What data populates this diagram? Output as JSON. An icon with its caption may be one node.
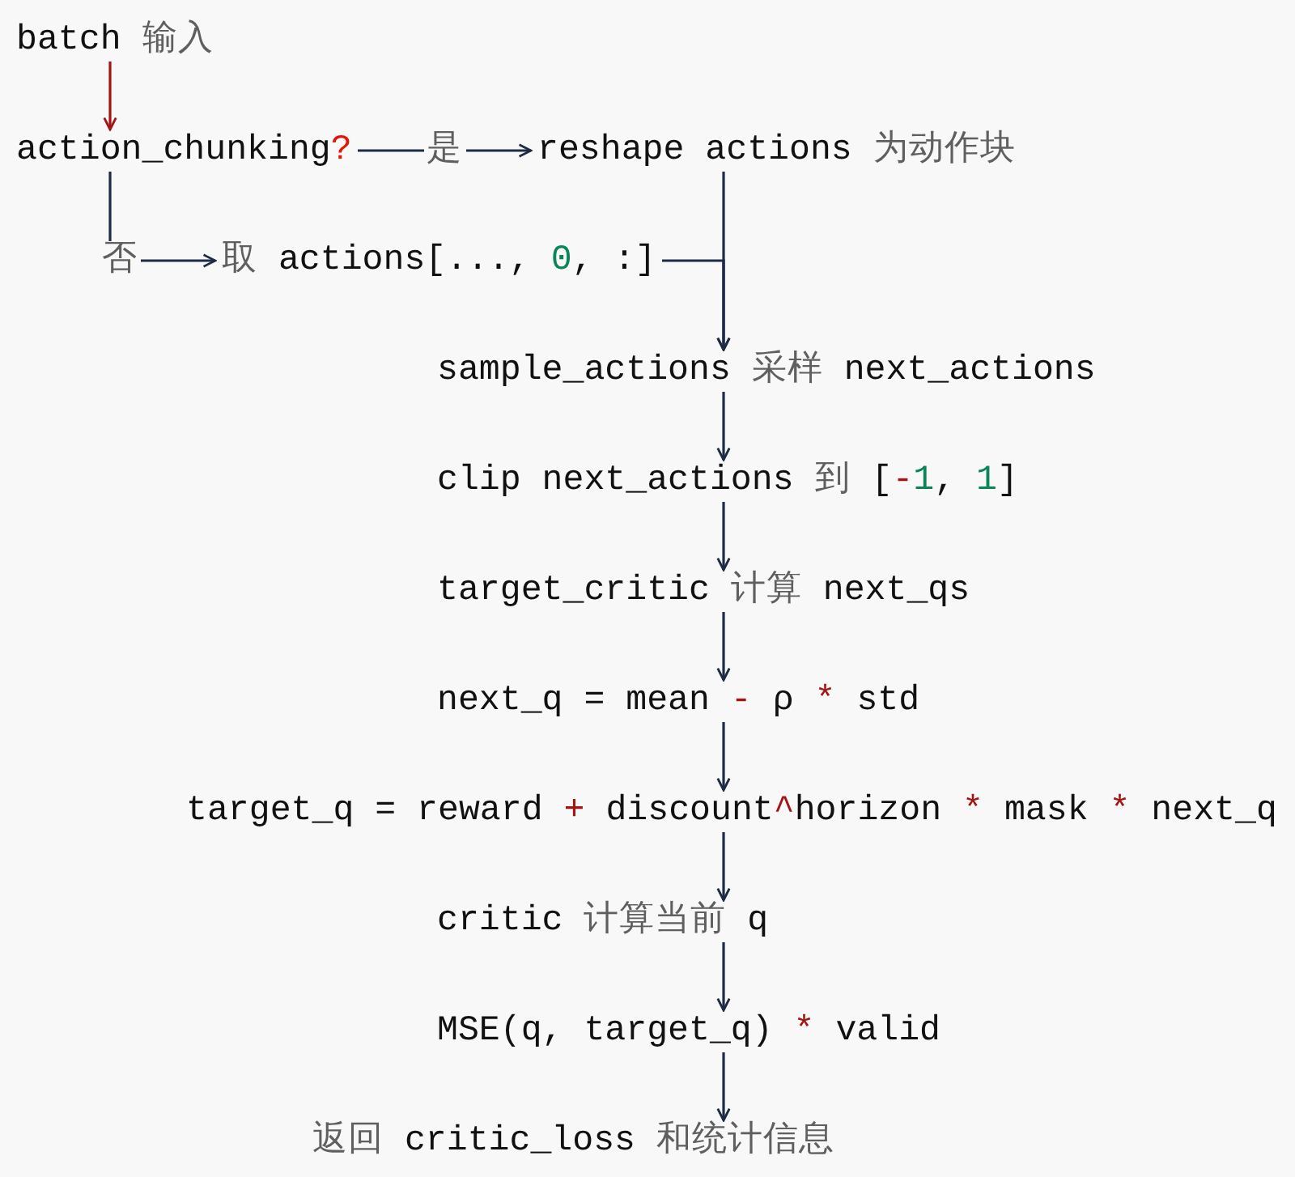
{
  "diagram": {
    "nodes": [
      {
        "text": [
          "batch 输入"
        ]
      },
      {
        "text": [
          "action_chunking?"
        ]
      },
      {
        "text": [
          "reshape actions 为动作块"
        ]
      },
      {
        "text": [
          "取 actions[..., 0, :]"
        ]
      },
      {
        "text": [
          "sample_actions 采样 next_actions"
        ]
      },
      {
        "text": [
          "clip next_actions 到 [-1, 1]"
        ]
      },
      {
        "text": [
          "target_critic 计算 next_qs"
        ]
      },
      {
        "text": [
          "next_q = mean - ρ * std"
        ]
      },
      {
        "text": [
          "target_q = reward + discount^horizon * mask * next_q"
        ]
      },
      {
        "text": [
          "critic 计算当前 q"
        ]
      },
      {
        "text": [
          "MSE(q, target_q) * valid"
        ]
      },
      {
        "text": [
          "返回 critic_loss 和统计信息"
        ]
      }
    ],
    "edges": [
      {
        "from": 0,
        "to": 1,
        "arrow": "to",
        "color": "#a31515"
      },
      {
        "from": 1,
        "to": 2,
        "arrow": "to",
        "label": "是"
      },
      {
        "from": 1,
        "to": 3,
        "arrow": "to",
        "label": "否"
      },
      {
        "from": 2,
        "to": 4,
        "arrow": "to"
      },
      {
        "from": 3,
        "to": 4,
        "arrow": "to"
      },
      {
        "from": 4,
        "to": 5,
        "arrow": "to"
      },
      {
        "from": 5,
        "to": 6,
        "arrow": "to"
      },
      {
        "from": 6,
        "to": 7,
        "arrow": "to"
      },
      {
        "from": 7,
        "to": 8,
        "arrow": "to"
      },
      {
        "from": 8,
        "to": 9,
        "arrow": "to"
      },
      {
        "from": 9,
        "to": 10,
        "arrow": "to"
      },
      {
        "from": 10,
        "to": 11,
        "arrow": "to"
      }
    ]
  }
}
